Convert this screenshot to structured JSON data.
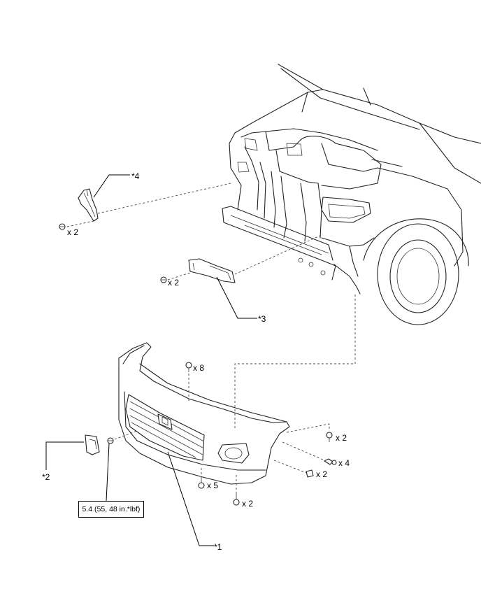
{
  "diagram": {
    "callouts": {
      "part1": "*1",
      "part2": "*2",
      "part3": "*3",
      "part4": "*4"
    },
    "fastener_qty": {
      "clip_part4": "x 2",
      "clip_part3": "x 2",
      "bumper_top": "x 8",
      "right_upper": "x 2",
      "right_screw": "x 4",
      "right_lower": "x 2",
      "bottom_center": "x 5",
      "bottom_right": "x 2"
    },
    "torque_spec": "5.4 (55, 48 in.*lbf)"
  }
}
